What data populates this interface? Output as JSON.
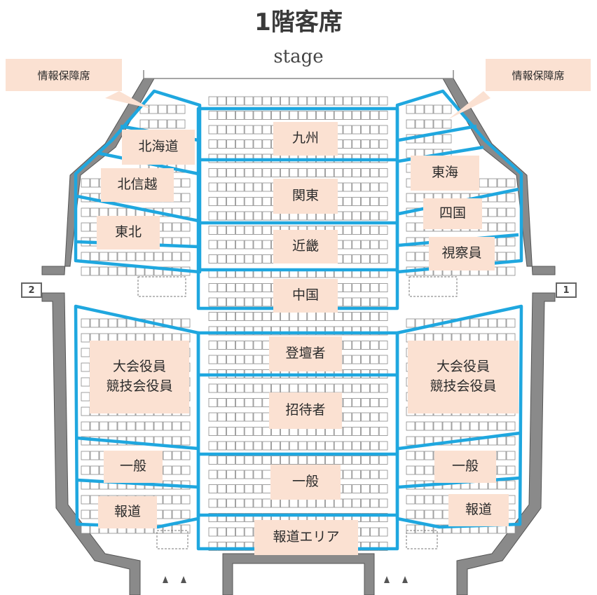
{
  "title": "1階客席",
  "stage_label": "stage",
  "callouts": {
    "left": "情報保障席",
    "right": "情報保障席"
  },
  "doors": {
    "left": "2",
    "right": "1"
  },
  "zones": {
    "kyushu": "九州",
    "kanto": "関東",
    "kinki": "近畿",
    "chugoku": "中国",
    "hokkaido": "北海道",
    "hokushinetsu": "北信越",
    "tohoku": "東北",
    "tokai": "東海",
    "shikoku": "四国",
    "observers": "視察員",
    "speakers": "登壇者",
    "guests": "招待者",
    "officials_left": "大会役員\n競技会役員",
    "officials_right": "大会役員\n競技会役員",
    "general_left": "一般",
    "general_center": "一般",
    "general_right": "一般",
    "press_left": "報道",
    "press_right": "報道",
    "press_area": "報道エリア"
  },
  "colors": {
    "zone_border": "#1fa7df",
    "label_fill": "#fbe1d2",
    "wall": "#6a6a6a"
  }
}
